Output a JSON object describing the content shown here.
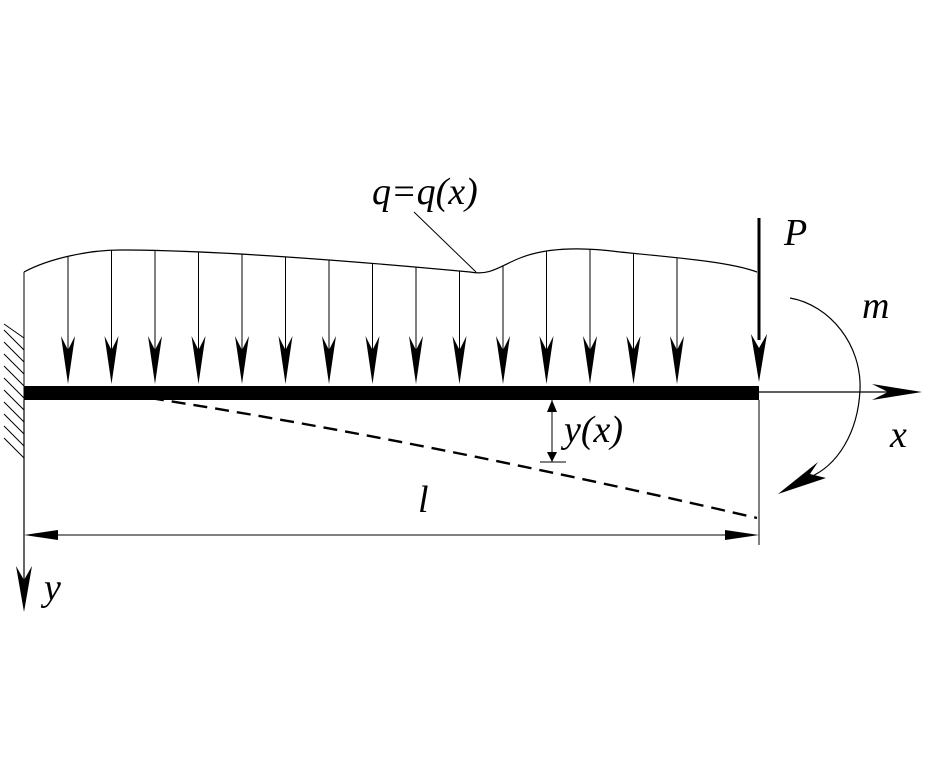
{
  "labels": {
    "load": "q=q(x)",
    "force": "P",
    "moment": "m",
    "x_axis": "x",
    "y_axis": "y",
    "deflection": "y(x)",
    "length": "l"
  },
  "colors": {
    "ink": "#000000",
    "background": "#ffffff"
  }
}
